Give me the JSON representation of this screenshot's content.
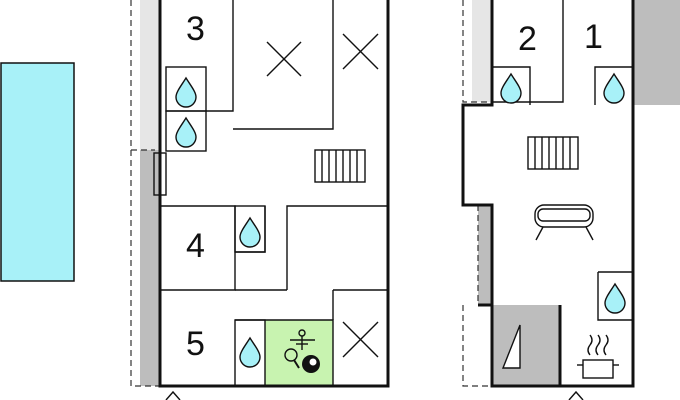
{
  "colors": {
    "pool": "#a8f1f8",
    "outdoor": "#e6e6e6",
    "outdoor_dark": "#bdbdbd",
    "water": "#a8f1f8",
    "games": "#c8f3b0",
    "wall": "#111111"
  },
  "rooms": {
    "r1": "1",
    "r2": "2",
    "r3": "3",
    "r4": "4",
    "r5": "5"
  },
  "icons": {
    "bath": "water-drop-icon",
    "stairs": "stairs-icon",
    "void": "open-void-icon",
    "sofa": "sofa-icon",
    "games": "table-tennis-billiards-icon",
    "kitchen": "cooking-pot-icon",
    "fireplace": "fireplace-icon",
    "door": "door-icon",
    "compass": "entrance-arrow-icon"
  }
}
